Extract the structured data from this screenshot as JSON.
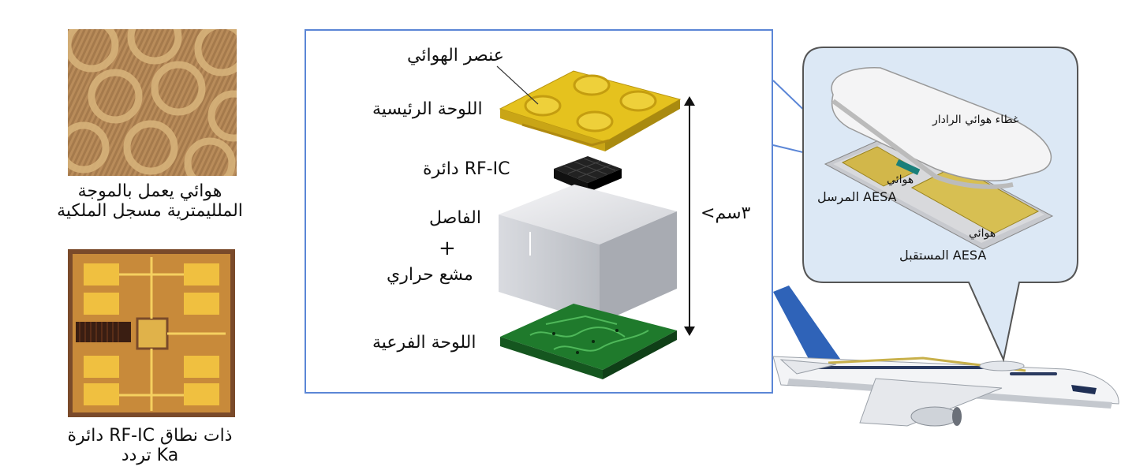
{
  "left": {
    "antenna_photo_caption_line1": "هوائي يعمل بالموجة",
    "antenna_photo_caption_line2": "الملليمترية مسجل الملكية",
    "chip_caption_line1": "دائرة RF-IC ذات نطاق",
    "chip_caption_line2": "تردد Ka"
  },
  "stack": {
    "antenna_element": "عنصر الهوائي",
    "main_board": "اللوحة الرئيسية",
    "rf_ic": "دائرة RF-IC",
    "spacer": "الفاصل",
    "plus": "+",
    "heatsink": "مشع حراري",
    "sub_board": "اللوحة الفرعية",
    "height": "<٣سم"
  },
  "callout": {
    "radome": "غطاء هوائي الرادار",
    "tx_line1": "هوائي",
    "tx_line2": "المرسل AESA",
    "rx_line1": "هوائي",
    "rx_line2": "المستقبل AESA"
  },
  "colors": {
    "frame_blue": "#5b86d6",
    "gold_board": "#e5c21e",
    "green_board": "#1f7a2c",
    "callout_fill": "#dce8f5",
    "aircraft_blue": "#2f63b8"
  }
}
